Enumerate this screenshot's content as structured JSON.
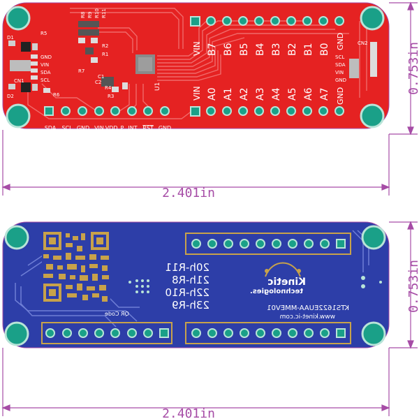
{
  "colors": {
    "top_board": "#e52222",
    "bottom_board": "#2d3ea8",
    "pad_fill": "#1aa088",
    "pad_ring": "#b8e4d8",
    "dimension": "#a64ca6",
    "gold": "#c8a24a"
  },
  "top": {
    "labels": {
      "d1": "D1",
      "d2": "D2",
      "r5": "R5",
      "r6": "R6",
      "r7": "R7",
      "r1": "R1",
      "r2": "R2",
      "r3": "R3",
      "r8": "R8",
      "r9": "R9",
      "r10": "R10",
      "r11": "R11",
      "r4": "R4",
      "cn1": "CN1",
      "cn2": "CN2",
      "c1": "C1",
      "c2": "C2",
      "u1": "U1"
    },
    "left_stack": [
      "GND",
      "VIN",
      "SDA",
      "SCL"
    ],
    "right_stack": [
      "SCL",
      "SDA",
      "VIN",
      "GND"
    ],
    "bottom_pins": [
      "SDA",
      "SCL",
      "GND",
      "VIN",
      "VDD_P",
      "INT",
      "RST",
      "GND"
    ],
    "upper_row": [
      "VIN",
      "B7",
      "B6",
      "B5",
      "B4",
      "B3",
      "B2",
      "B1",
      "B0",
      "GND"
    ],
    "lower_row": [
      "VIN",
      "A0",
      "A1",
      "A2",
      "A3",
      "A4",
      "A5",
      "A6",
      "A7",
      "GND"
    ],
    "width_label": "2.401in",
    "height_label": "0.753in"
  },
  "bottom": {
    "address_table": [
      "20h-R11",
      "21h-R8",
      "22h-R10",
      "23h-R9"
    ],
    "logo_top": "Kinetic",
    "logo_bottom": "technologies.",
    "model": "KTS1622EUAA-MMEV01",
    "website": "www.kinet-ic.com",
    "qr_label": "QR Code",
    "width_label": "2.401in",
    "height_label": "0.753in"
  }
}
